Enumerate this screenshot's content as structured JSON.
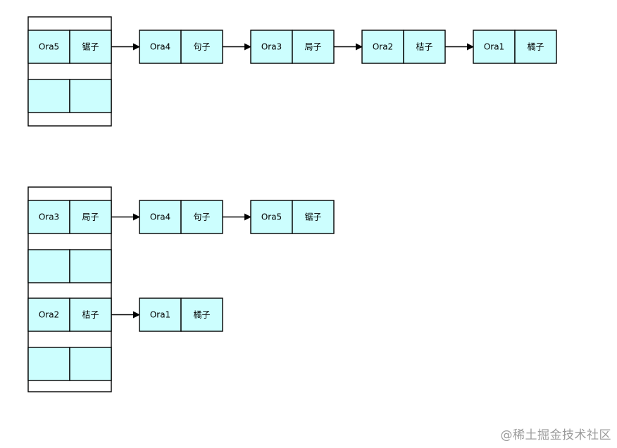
{
  "colors": {
    "cell_fill": "#ccfefe",
    "stroke": "#000000",
    "array_fill": "#ffffff"
  },
  "diagrams": [
    {
      "buckets": [
        {
          "key": "Ora5",
          "value": "锯子",
          "chain": [
            {
              "key": "Ora4",
              "value": "句子"
            },
            {
              "key": "Ora3",
              "value": "局子"
            },
            {
              "key": "Ora2",
              "value": "桔子"
            },
            {
              "key": "Ora1",
              "value": "橘子"
            }
          ]
        },
        {
          "key": "",
          "value": "",
          "chain": []
        }
      ]
    },
    {
      "buckets": [
        {
          "key": "Ora3",
          "value": "局子",
          "chain": [
            {
              "key": "Ora4",
              "value": "句子"
            },
            {
              "key": "Ora5",
              "value": "锯子"
            }
          ]
        },
        {
          "key": "",
          "value": "",
          "chain": []
        },
        {
          "key": "Ora2",
          "value": "桔子",
          "chain": [
            {
              "key": "Ora1",
              "value": "橘子"
            }
          ]
        },
        {
          "key": "",
          "value": "",
          "chain": []
        }
      ]
    }
  ],
  "watermark": "@稀土掘金技术社区"
}
